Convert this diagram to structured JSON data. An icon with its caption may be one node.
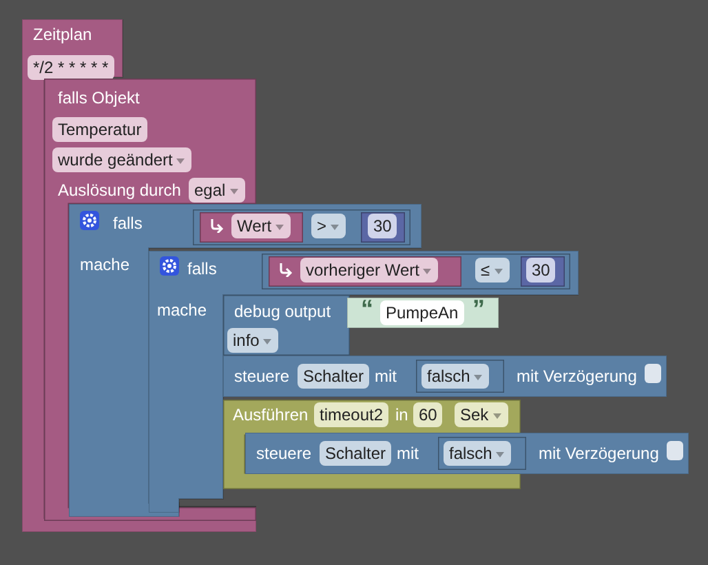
{
  "diagram": {
    "nodes": [
      {
        "text": [
          "Zeitplan",
          "*/2 * * * * *"
        ]
      },
      {
        "text": [
          "falls Objekt",
          "Temperatur",
          "wurde geändert",
          "Auslösung durch",
          "egal"
        ],
        "in": 0
      },
      {
        "text": [
          "falls",
          "mache"
        ]
      },
      {
        "text": [
          ">"
        ],
        "in": 2
      },
      {
        "text": [
          "Wert"
        ],
        "in": 3
      },
      {
        "text": [
          "30"
        ],
        "in": 3
      },
      {
        "text": [
          "falls",
          "mache"
        ]
      },
      {
        "text": [
          "≤"
        ],
        "in": 6
      },
      {
        "text": [
          "vorheriger Wert"
        ],
        "in": 7
      },
      {
        "text": [
          "30"
        ],
        "in": 7
      },
      {
        "text": [
          "debug output",
          "info"
        ],
        "in": 6
      },
      {
        "text": [
          "“",
          "PumpeAn",
          "”"
        ]
      },
      {
        "text": [
          "steuere",
          "Schalter",
          "mit",
          "mit Verzögerung"
        ]
      },
      {
        "text": [
          "falsch"
        ],
        "in": 12
      },
      {
        "text": [
          "Ausführen",
          "timeout2",
          "in",
          "60",
          "Sek"
        ],
        "in": 6
      },
      {
        "text": [
          "steuere",
          "Schalter",
          "mit",
          "mit Verzögerung"
        ]
      },
      {
        "text": [
          "falsch"
        ],
        "in": 15
      }
    ],
    "edges": []
  }
}
